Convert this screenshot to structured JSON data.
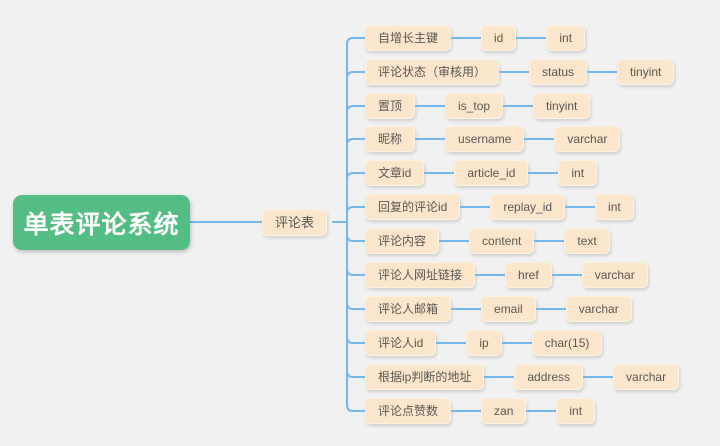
{
  "root": {
    "label": "单表评论系统"
  },
  "parent": {
    "label": "评论表"
  },
  "rows": [
    {
      "label": "自增长主键",
      "field": "id",
      "type": "int"
    },
    {
      "label": "评论状态（审核用）",
      "field": "status",
      "type": "tinyint"
    },
    {
      "label": "置顶",
      "field": "is_top",
      "type": "tinyint"
    },
    {
      "label": "昵称",
      "field": "username",
      "type": "varchar"
    },
    {
      "label": "文章id",
      "field": "article_id",
      "type": "int"
    },
    {
      "label": "回复的评论id",
      "field": "replay_id",
      "type": "int"
    },
    {
      "label": "评论内容",
      "field": "content",
      "type": "text"
    },
    {
      "label": "评论人网址链接",
      "field": "href",
      "type": "varchar"
    },
    {
      "label": "评论人邮箱",
      "field": "email",
      "type": "varchar"
    },
    {
      "label": "评论人id",
      "field": "ip",
      "type": "char(15)"
    },
    {
      "label": "根据ip判断的地址",
      "field": "address",
      "type": "varchar"
    },
    {
      "label": "评论点赞数",
      "field": "zan",
      "type": "int"
    }
  ],
  "colors": {
    "background": "#f1f1f1",
    "root_bg": "#53bd83",
    "root_text": "#ffffff",
    "node_bg": "#fbe6cb",
    "node_text": "#5a5751",
    "line": "#74b7ea"
  }
}
